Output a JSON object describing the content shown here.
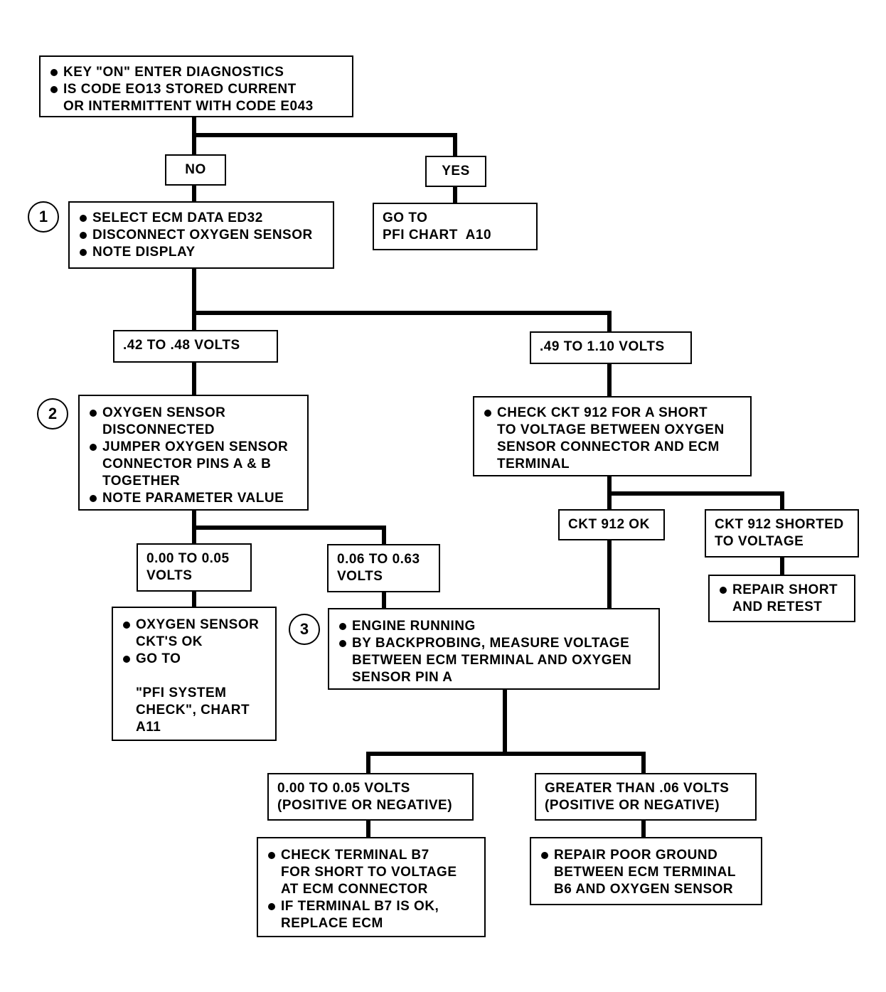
{
  "start": {
    "items": [
      {
        "lines": [
          "KEY \"ON\" ENTER DIAGNOSTICS"
        ]
      },
      {
        "lines": [
          "IS CODE EO13 STORED CURRENT",
          "OR INTERMITTENT WITH CODE E043"
        ]
      }
    ]
  },
  "branch1": {
    "no": "NO",
    "yes": "YES"
  },
  "yes_action": {
    "lines": [
      "GO TO",
      "PFI CHART  A10"
    ]
  },
  "step1": {
    "number": "1",
    "items": [
      {
        "lines": [
          "SELECT ECM DATA ED32"
        ]
      },
      {
        "lines": [
          "DISCONNECT OXYGEN SENSOR"
        ]
      },
      {
        "lines": [
          "NOTE DISPLAY"
        ]
      }
    ]
  },
  "branch2": {
    "left": ".42 TO .48 VOLTS",
    "right": ".49 TO 1.10 VOLTS"
  },
  "step2": {
    "number": "2",
    "items": [
      {
        "lines": [
          "OXYGEN SENSOR",
          "DISCONNECTED"
        ]
      },
      {
        "lines": [
          "JUMPER OXYGEN SENSOR",
          "CONNECTOR PINS A & B",
          "TOGETHER"
        ]
      },
      {
        "lines": [
          "NOTE PARAMETER VALUE"
        ]
      }
    ]
  },
  "check912": {
    "items": [
      {
        "lines": [
          "CHECK CKT 912 FOR A SHORT",
          "TO VOLTAGE BETWEEN OXYGEN",
          "SENSOR CONNECTOR AND ECM",
          "TERMINAL"
        ]
      }
    ]
  },
  "branch912": {
    "ok": "CKT 912 OK",
    "shorted": [
      "CKT 912 SHORTED",
      "TO VOLTAGE"
    ]
  },
  "repair_short": {
    "items": [
      {
        "lines": [
          "REPAIR SHORT",
          "AND RETEST"
        ]
      }
    ]
  },
  "branch3": {
    "left": [
      "0.00 TO 0.05",
      "VOLTS"
    ],
    "right": [
      "0.06 TO 0.63",
      "VOLTS"
    ]
  },
  "sensor_ok": {
    "items": [
      {
        "lines": [
          "OXYGEN SENSOR",
          "CKT'S OK"
        ]
      },
      {
        "lines": [
          "GO TO",
          "",
          "\"PFI SYSTEM",
          "CHECK\", CHART",
          "A11"
        ]
      }
    ]
  },
  "step3": {
    "number": "3",
    "items": [
      {
        "lines": [
          "ENGINE RUNNING"
        ]
      },
      {
        "lines": [
          "BY BACKPROBING, MEASURE VOLTAGE",
          "BETWEEN ECM TERMINAL AND OXYGEN",
          "SENSOR PIN A"
        ]
      }
    ]
  },
  "branch4": {
    "left": [
      "0.00 TO 0.05 VOLTS",
      "(POSITIVE OR NEGATIVE)"
    ],
    "right": [
      "GREATER THAN .06 VOLTS",
      "(POSITIVE OR NEGATIVE)"
    ]
  },
  "check_b7": {
    "items": [
      {
        "lines": [
          "CHECK TERMINAL B7",
          "FOR SHORT TO VOLTAGE",
          "AT ECM CONNECTOR"
        ]
      },
      {
        "lines": [
          "IF TERMINAL B7 IS OK,",
          "REPLACE ECM"
        ]
      }
    ]
  },
  "repair_ground": {
    "items": [
      {
        "lines": [
          "REPAIR POOR GROUND",
          "BETWEEN ECM TERMINAL",
          "B6 AND OXYGEN SENSOR"
        ]
      }
    ]
  }
}
